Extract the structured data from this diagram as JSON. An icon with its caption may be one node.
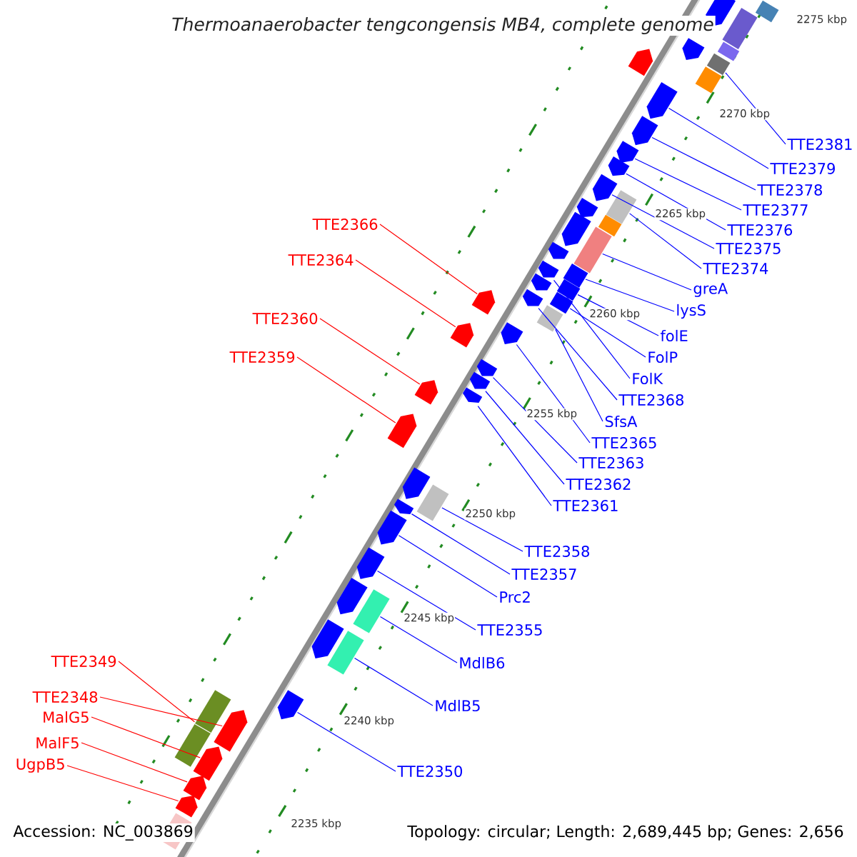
{
  "diagram": {
    "title": "Thermoanaerobacter tengcongensis MB4, complete genome",
    "nodes": [
      {
        "text": [
          "TTE2381"
        ]
      },
      {
        "text": [
          "TTE2379"
        ]
      },
      {
        "text": [
          "TTE2378"
        ]
      },
      {
        "text": [
          "TTE2377"
        ]
      },
      {
        "text": [
          "TTE2366"
        ]
      },
      {
        "text": [
          "TTE2376"
        ]
      },
      {
        "text": [
          "TTE2375"
        ]
      },
      {
        "text": [
          "TTE2364"
        ]
      },
      {
        "text": [
          "TTE2374"
        ]
      },
      {
        "text": [
          "greA"
        ]
      },
      {
        "text": [
          "lysS"
        ]
      },
      {
        "text": [
          "TTE2360"
        ]
      },
      {
        "text": [
          "folE"
        ]
      },
      {
        "text": [
          "FolP"
        ]
      },
      {
        "text": [
          "TTE2359"
        ]
      },
      {
        "text": [
          "FolK"
        ]
      },
      {
        "text": [
          "TTE2368"
        ]
      },
      {
        "text": [
          "SfsA"
        ]
      },
      {
        "text": [
          "TTE2365"
        ]
      },
      {
        "text": [
          "TTE2363"
        ]
      },
      {
        "text": [
          "TTE2362"
        ]
      },
      {
        "text": [
          "TTE2361"
        ]
      },
      {
        "text": [
          "TTE2358"
        ]
      },
      {
        "text": [
          "TTE2357"
        ]
      },
      {
        "text": [
          "Prc2"
        ]
      },
      {
        "text": [
          "TTE2355"
        ]
      },
      {
        "text": [
          "TTE2349"
        ]
      },
      {
        "text": [
          "MdlB6"
        ]
      },
      {
        "text": [
          "TTE2348"
        ]
      },
      {
        "text": [
          "MdlB5"
        ]
      },
      {
        "text": [
          "MalG5"
        ]
      },
      {
        "text": [
          "MalF5"
        ]
      },
      {
        "text": [
          "UgpB5"
        ]
      },
      {
        "text": [
          "TTE2350"
        ]
      },
      {
        "text": [],
        "shape": "box"
      },
      {
        "text": [],
        "shape": "pentagon"
      },
      {
        "text": [],
        "shape": "box"
      },
      {
        "text": [],
        "shape": "pentagon"
      },
      {
        "text": [],
        "shape": "box"
      },
      {
        "text": [],
        "shape": "pentagon"
      },
      {
        "text": [],
        "shape": "box"
      },
      {
        "text": [],
        "shape": "box"
      },
      {
        "text": [],
        "shape": "pentagon"
      },
      {
        "text": [],
        "shape": "pentagon"
      },
      {
        "text": [],
        "shape": "pentagon"
      },
      {
        "text": [],
        "shape": "pentagon"
      },
      {
        "text": [],
        "shape": "pentagon"
      },
      {
        "text": [],
        "shape": "box"
      },
      {
        "text": [],
        "shape": "pentagon"
      },
      {
        "text": [],
        "shape": "box"
      },
      {
        "text": [],
        "shape": "pentagon"
      },
      {
        "text": [],
        "shape": "box"
      },
      {
        "text": [],
        "shape": "pentagon"
      },
      {
        "text": [],
        "shape": "pentagon"
      },
      {
        "text": [],
        "shape": "box"
      },
      {
        "text": [],
        "shape": "pentagon"
      },
      {
        "text": [],
        "shape": "box"
      },
      {
        "text": [],
        "shape": "pentagon"
      },
      {
        "text": [],
        "shape": "pentagon"
      },
      {
        "text": [],
        "shape": "box"
      },
      {
        "text": [],
        "shape": "box"
      },
      {
        "text": [],
        "shape": "pentagon"
      },
      {
        "text": [],
        "shape": "pentagon"
      },
      {
        "text": [],
        "shape": "pentagon"
      },
      {
        "text": [],
        "shape": "pentagon"
      },
      {
        "text": [],
        "shape": "pentagon"
      },
      {
        "text": [],
        "shape": "pentagon"
      },
      {
        "text": [],
        "shape": "pentagon"
      },
      {
        "text": [],
        "shape": "pentagon"
      },
      {
        "text": [],
        "shape": "box"
      },
      {
        "text": [],
        "shape": "pentagon"
      },
      {
        "text": [],
        "shape": "pentagon"
      },
      {
        "text": [],
        "shape": "pentagon"
      },
      {
        "text": [],
        "shape": "pentagon"
      },
      {
        "text": [],
        "shape": "box"
      },
      {
        "text": [],
        "shape": "pentagon"
      },
      {
        "text": [],
        "shape": "box"
      },
      {
        "text": [],
        "shape": "pentagon"
      },
      {
        "text": [],
        "shape": "pentagon"
      },
      {
        "text": [],
        "shape": "box"
      },
      {
        "text": [],
        "shape": "pentagon"
      },
      {
        "text": [],
        "shape": "pentagon"
      },
      {
        "text": [],
        "shape": "pentagon"
      },
      {
        "text": [],
        "shape": "box"
      }
    ],
    "edges": [
      {
        "from": 0,
        "to": 40,
        "arrow": "none"
      },
      {
        "from": 1,
        "to": 42,
        "arrow": "none"
      },
      {
        "from": 2,
        "to": 43,
        "arrow": "none"
      },
      {
        "from": 3,
        "to": 44,
        "arrow": "none"
      },
      {
        "from": 4,
        "to": 57,
        "arrow": "none",
        "color": "#ff0000"
      },
      {
        "from": 5,
        "to": 45,
        "arrow": "none"
      },
      {
        "from": 6,
        "to": 46,
        "arrow": "none"
      },
      {
        "from": 7,
        "to": 61,
        "arrow": "none",
        "color": "#ff0000"
      },
      {
        "from": 8,
        "to": 47,
        "arrow": "none"
      },
      {
        "from": 9,
        "to": 51,
        "arrow": "none"
      },
      {
        "from": 10,
        "to": 54,
        "arrow": "none"
      },
      {
        "from": 11,
        "to": 65,
        "arrow": "none",
        "color": "#ff0000"
      },
      {
        "from": 12,
        "to": 56,
        "arrow": "none"
      },
      {
        "from": 13,
        "to": 59,
        "arrow": "none"
      },
      {
        "from": 14,
        "to": 67,
        "arrow": "none",
        "color": "#ff0000"
      },
      {
        "from": 15,
        "to": 53,
        "arrow": "none"
      },
      {
        "from": 16,
        "to": 58,
        "arrow": "none"
      },
      {
        "from": 17,
        "to": 60,
        "arrow": "none"
      },
      {
        "from": 18,
        "to": 62,
        "arrow": "none"
      },
      {
        "from": 19,
        "to": 63,
        "arrow": "none"
      },
      {
        "from": 20,
        "to": 64,
        "arrow": "none"
      },
      {
        "from": 21,
        "to": 66,
        "arrow": "none"
      },
      {
        "from": 22,
        "to": 69,
        "arrow": "none"
      },
      {
        "from": 23,
        "to": 70,
        "arrow": "none"
      },
      {
        "from": 24,
        "to": 71,
        "arrow": "none"
      },
      {
        "from": 25,
        "to": 72,
        "arrow": "none"
      },
      {
        "from": 26,
        "to": 79,
        "arrow": "none",
        "color": "#ff0000"
      },
      {
        "from": 27,
        "to": 74,
        "arrow": "none"
      },
      {
        "from": 28,
        "to": 78,
        "arrow": "none",
        "color": "#ff0000"
      },
      {
        "from": 29,
        "to": 76,
        "arrow": "none"
      },
      {
        "from": 30,
        "to": 80,
        "arrow": "none",
        "color": "#ff0000"
      },
      {
        "from": 31,
        "to": 81,
        "arrow": "none",
        "color": "#ff0000"
      },
      {
        "from": 32,
        "to": 82,
        "arrow": "none",
        "color": "#ff0000"
      },
      {
        "from": 33,
        "to": 77,
        "arrow": "none"
      }
    ],
    "labels": [
      "2275 kbp",
      "2270 kbp",
      "2265 kbp",
      "2260 kbp",
      "2255 kbp",
      "2250 kbp",
      "2245 kbp",
      "2240 kbp",
      "2235 kbp",
      "Accession: NC_003869",
      "Topology: circular; Length: 2,689,445 bp; Genes: 2,656"
    ]
  }
}
